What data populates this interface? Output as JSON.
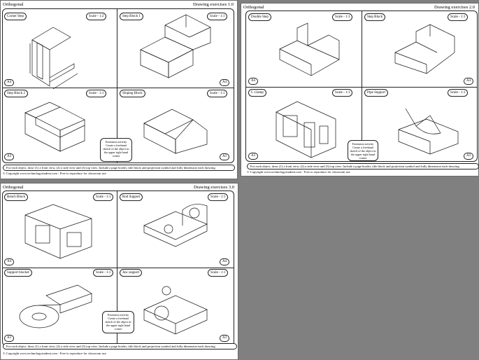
{
  "sheets": [
    {
      "header_left": "Orthogonal",
      "header_right": "Drawing exercises 1.0",
      "panels": [
        {
          "name": "Corner Step",
          "scale": "Scale - 1:2",
          "size": "A4"
        },
        {
          "name": "Step Block 1",
          "scale": "Scale - 1:1",
          "size": "A4"
        },
        {
          "name": "Step Block 2",
          "scale": "Scale - 1:1",
          "size": "A3"
        },
        {
          "name": "Sloping Block",
          "scale": "Scale - 1:1",
          "size": "A3"
        }
      ],
      "note": "Extension activity Create a freehand sketch of the object in the upper right hand corner",
      "instructions": "For each object, draw (1) a front view, (2) a side view and (3) top view. Include a page border, title block and projection symbol and fully dimension each drawing.",
      "copyright": "© Copyright www.technologystudent.com - Free to reproduce for classroom use"
    },
    {
      "header_left": "Orthogonal",
      "header_right": "Drawing exercises 2.0",
      "panels": [
        {
          "name": "Double Step",
          "scale": "Scale - 1:1",
          "size": "A4"
        },
        {
          "name": "Step Block",
          "scale": "Scale - 1:1",
          "size": "A4"
        },
        {
          "name": "C Clamp",
          "scale": "Scale - 1:1",
          "size": "A3"
        },
        {
          "name": "Pipe Support",
          "scale": "Scale - 1:1",
          "size": "A3"
        }
      ],
      "note": "Extension activity Create a freehand sketch of the object in the upper right hand corner",
      "instructions": "For each object, draw (1) a front view, (2) a side view and (3) top view. Include a page border, title block and projection symbol and fully dimension each drawing.",
      "copyright": "© Copyright www.technologystudent.com - Free to reproduce for classroom use"
    },
    {
      "header_left": "Orthogonal",
      "header_right": "Drawing exercises 3.0",
      "panels": [
        {
          "name": "Bench Block",
          "scale": "Scale - 1:1",
          "size": "A4"
        },
        {
          "name": "Rod Support",
          "scale": "Scale - 1:1",
          "size": "A4"
        },
        {
          "name": "Support bracket",
          "scale": "Scale - 1:1",
          "size": "A3"
        },
        {
          "name": "Jaw support",
          "scale": "Scale - 1:1",
          "size": "A3"
        }
      ],
      "note": "Extension activity Create a freehand sketch of the object in the upper right hand corner",
      "instructions": "For each object, draw (1) a front view, (2) a side view and (3) top view. Include a page border, title block and projection symbol and fully dimension each drawing.",
      "copyright": "© Copyright www.technologystudent.com - Free to reproduce for classroom use"
    }
  ]
}
